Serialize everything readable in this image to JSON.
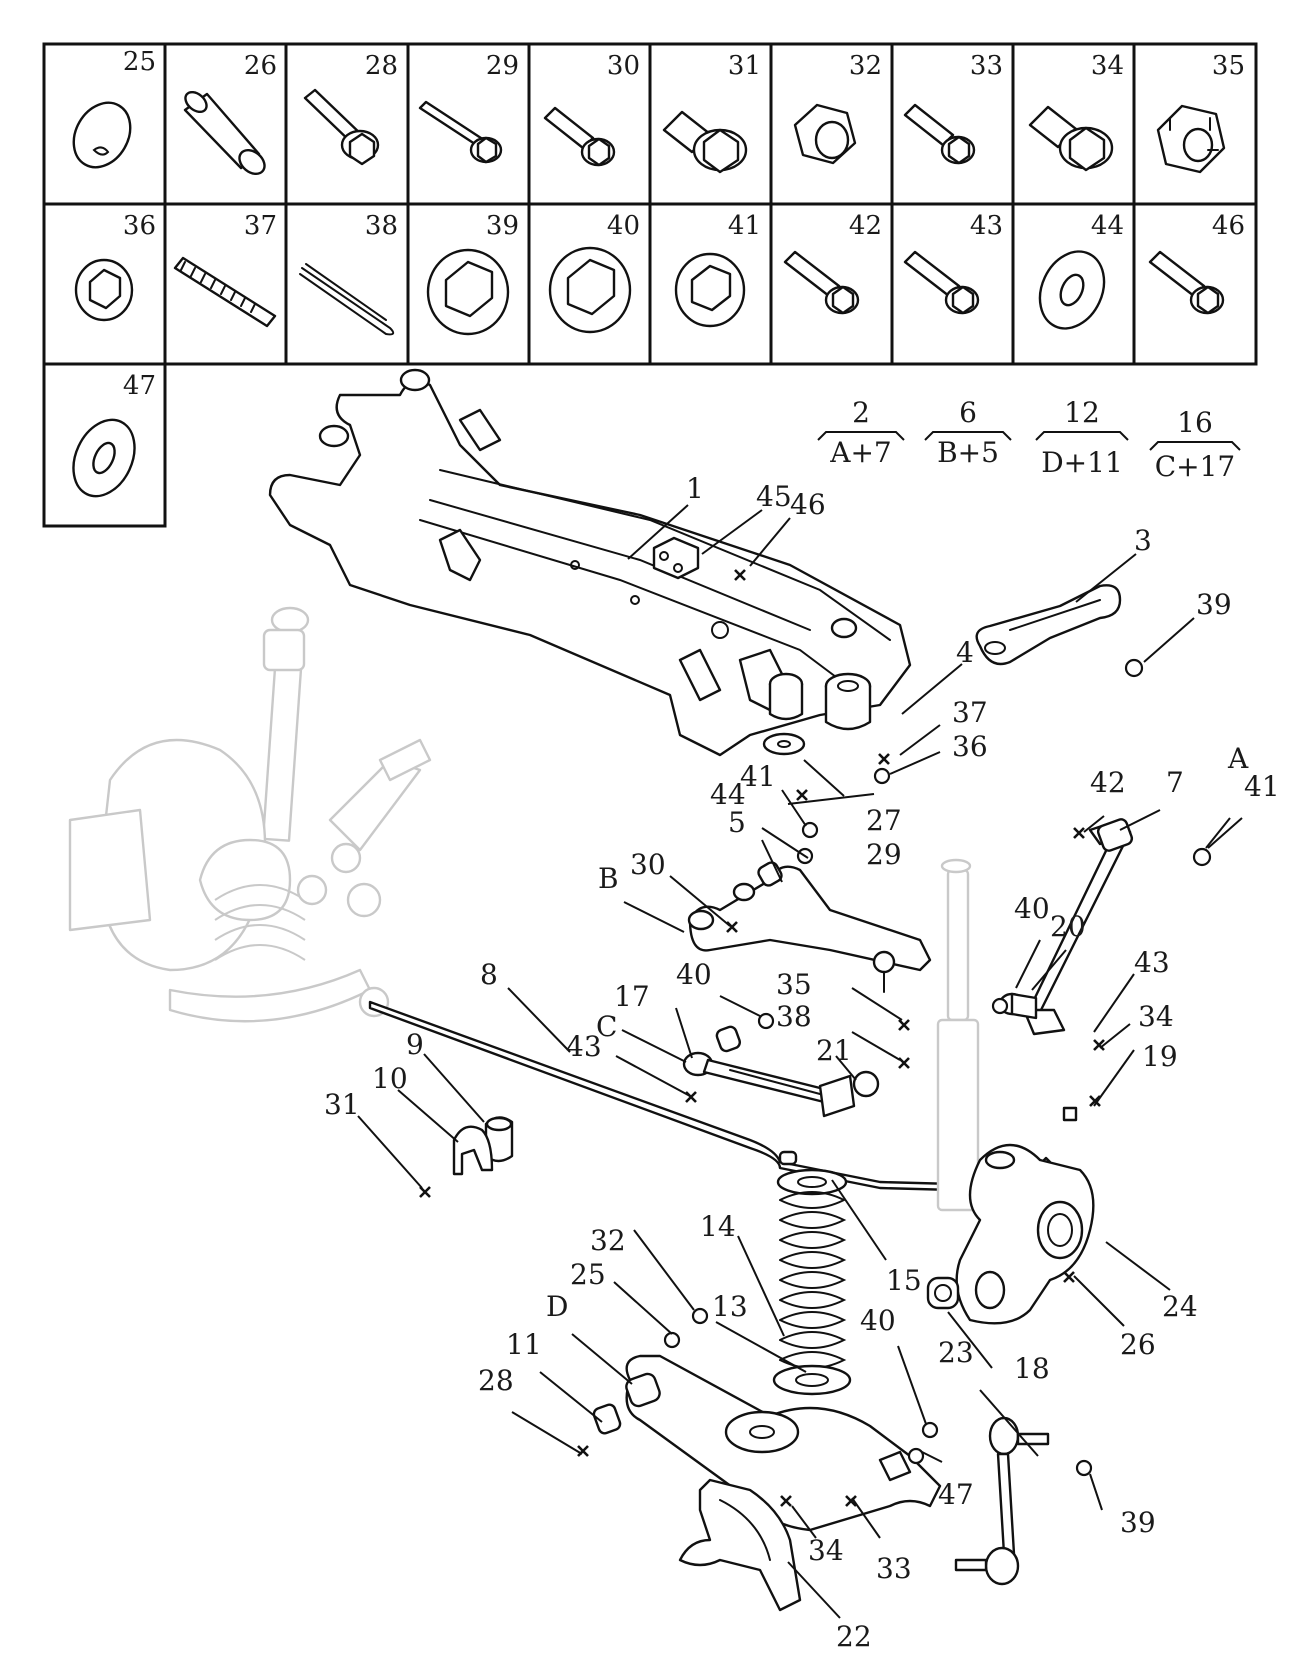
{
  "fastener_grid": {
    "cells": [
      {
        "label": "25",
        "icon": "washer-notched-icon"
      },
      {
        "label": "26",
        "icon": "stud-bolt-icon"
      },
      {
        "label": "28",
        "icon": "bolt-with-washer-icon"
      },
      {
        "label": "29",
        "icon": "long-flange-bolt-icon"
      },
      {
        "label": "30",
        "icon": "flange-bolt-icon"
      },
      {
        "label": "31",
        "icon": "heavy-flange-bolt-icon"
      },
      {
        "label": "32",
        "icon": "hex-nut-icon"
      },
      {
        "label": "33",
        "icon": "flange-bolt-icon"
      },
      {
        "label": "34",
        "icon": "heavy-flange-bolt-icon"
      },
      {
        "label": "35",
        "icon": "castle-nut-icon"
      },
      {
        "label": "36",
        "icon": "flange-nut-icon"
      },
      {
        "label": "37",
        "icon": "threaded-stud-icon"
      },
      {
        "label": "38",
        "icon": "cotter-pin-icon"
      },
      {
        "label": "39",
        "icon": "large-flange-nut-icon"
      },
      {
        "label": "40",
        "icon": "large-flange-nut-icon"
      },
      {
        "label": "41",
        "icon": "flange-nut-icon"
      },
      {
        "label": "42",
        "icon": "flange-bolt-icon"
      },
      {
        "label": "43",
        "icon": "flange-bolt-icon"
      },
      {
        "label": "44",
        "icon": "plain-washer-icon"
      },
      {
        "label": "46",
        "icon": "flange-bolt-icon"
      },
      {
        "label": "47",
        "icon": "plain-washer-icon"
      }
    ]
  },
  "assembly_formulas": [
    {
      "top": "2",
      "bottom": "A+7"
    },
    {
      "top": "6",
      "bottom": "B+5"
    },
    {
      "top": "12",
      "bottom": "D+11"
    },
    {
      "top": "16",
      "bottom": "C+17"
    }
  ],
  "callouts": [
    {
      "label": "1"
    },
    {
      "label": "45"
    },
    {
      "label": "46"
    },
    {
      "label": "3"
    },
    {
      "label": "39"
    },
    {
      "label": "4"
    },
    {
      "label": "37"
    },
    {
      "label": "36"
    },
    {
      "label": "41"
    },
    {
      "label": "44"
    },
    {
      "label": "27"
    },
    {
      "label": "29"
    },
    {
      "label": "5"
    },
    {
      "label": "30"
    },
    {
      "label": "B"
    },
    {
      "label": "42"
    },
    {
      "label": "7"
    },
    {
      "label": "A"
    },
    {
      "label": "41"
    },
    {
      "label": "35"
    },
    {
      "label": "38"
    },
    {
      "label": "40"
    },
    {
      "label": "17"
    },
    {
      "label": "C"
    },
    {
      "label": "21"
    },
    {
      "label": "43"
    },
    {
      "label": "8"
    },
    {
      "label": "40"
    },
    {
      "label": "20"
    },
    {
      "label": "43"
    },
    {
      "label": "34"
    },
    {
      "label": "19"
    },
    {
      "label": "9"
    },
    {
      "label": "10"
    },
    {
      "label": "31"
    },
    {
      "label": "14"
    },
    {
      "label": "15"
    },
    {
      "label": "24"
    },
    {
      "label": "26"
    },
    {
      "label": "32"
    },
    {
      "label": "25"
    },
    {
      "label": "13"
    },
    {
      "label": "D"
    },
    {
      "label": "18"
    },
    {
      "label": "11"
    },
    {
      "label": "28"
    },
    {
      "label": "40"
    },
    {
      "label": "23"
    },
    {
      "label": "47"
    },
    {
      "label": "39"
    },
    {
      "label": "34"
    },
    {
      "label": "33"
    },
    {
      "label": "22"
    }
  ]
}
